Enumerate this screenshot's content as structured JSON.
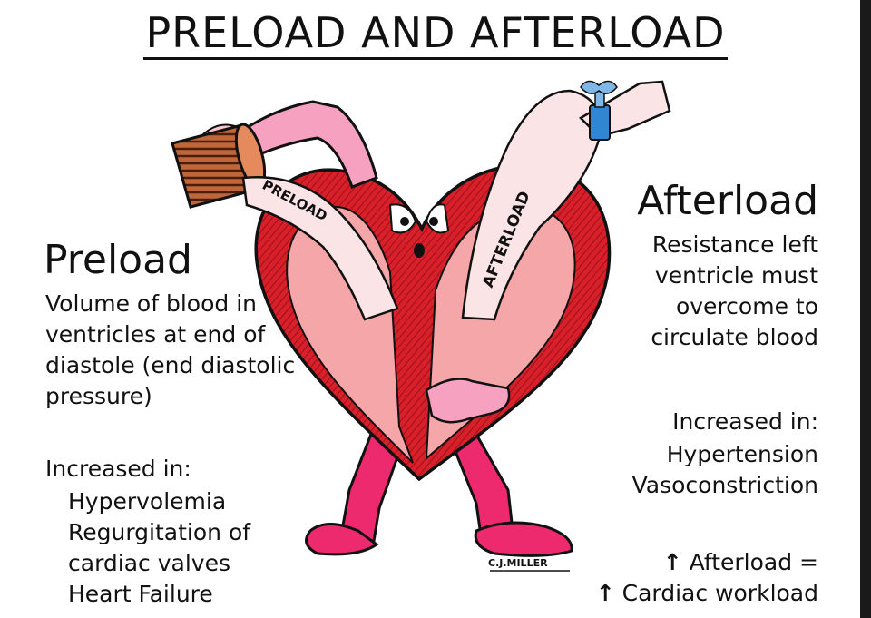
{
  "title": "PRELOAD AND AFTERLOAD",
  "preload": {
    "heading": "Preload",
    "definition_lines": [
      "Volume of blood in",
      "ventricles at end of",
      "diastole (end diastolic",
      "pressure)"
    ],
    "increased_label": "Increased in:",
    "increased_items": [
      "Hypervolemia",
      "Regurgitation of",
      "cardiac valves",
      "Heart Failure"
    ]
  },
  "afterload": {
    "heading": "Afterload",
    "definition_lines": [
      "Resistance left",
      "ventricle must",
      "overcome to",
      "circulate blood"
    ],
    "increased_label": "Increased in:",
    "increased_items": [
      "Hypertension",
      "Vasoconstriction"
    ]
  },
  "effects": [
    {
      "arrow": "↑",
      "text": "Afterload ="
    },
    {
      "arrow": "↑",
      "text": "Cardiac workload"
    }
  ],
  "illustration": {
    "preload_label": "PRELOAD",
    "afterload_label": "AFTERLOAD",
    "signature": "C.J.MILLER"
  },
  "colors": {
    "heart_red": "#d8202a",
    "heart_pink": "#f4a6a8",
    "limb_pink": "#ee2a6e",
    "light_pink": "#f7c5cc",
    "cup_brown": "#c0673a",
    "clamp_blue": "#2e86d4"
  }
}
